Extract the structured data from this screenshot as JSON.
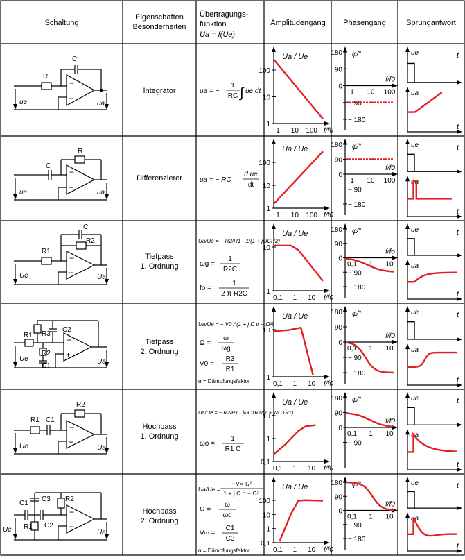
{
  "header": {
    "schaltung": "Schaltung",
    "eigenschaften_1": "Eigenschaften",
    "eigenschaften_2": "Besonderheiten",
    "uebertragung_1": "Übertragungs-",
    "uebertragung_2": "funktion",
    "uebertragung_3": "Ua = f(Ue)",
    "amplitudengang": "Amplitudengang",
    "phasengang": "Phasengang",
    "sprungantwort": "Sprungantwort"
  },
  "rows": [
    {
      "name": "Integrator",
      "circuit": {
        "in": "ue",
        "out": "ua",
        "parts": [
          "R",
          "C"
        ]
      },
      "formula": {
        "lhs": "ua = −",
        "frac_num": "1",
        "frac_den": "RC",
        "rhs": "ue dt"
      },
      "amp": {
        "ylabel": "Ua / Ue",
        "yticks": [
          "100",
          "10",
          "1"
        ],
        "xticks": [
          "1",
          "10",
          "100",
          "f/f0"
        ]
      },
      "phase": {
        "label": "φ/°",
        "yticks": [
          "180",
          "90",
          "0",
          "− 90",
          "− 180"
        ],
        "xticks": [
          "1",
          "10",
          "100"
        ],
        "xlabel": "f/f0"
      },
      "step": {
        "in": "ue",
        "out": "ua",
        "t": "t"
      }
    },
    {
      "name": "Differenzierer",
      "circuit": {
        "in": "ue",
        "out": "ua",
        "parts": [
          "C",
          "R"
        ]
      },
      "formula": {
        "lhs": "ua = − RC",
        "frac_num": "d ue",
        "frac_den": "dt"
      },
      "amp": {
        "ylabel": "Ua / Ue",
        "yticks": [
          "100",
          "10",
          "1"
        ],
        "xticks": [
          "1",
          "10",
          "100",
          "f/f0"
        ]
      },
      "phase": {
        "label": "φ/°",
        "yticks": [
          "180",
          "90",
          "0",
          "− 90",
          "− 180"
        ],
        "xticks": [
          "1",
          "10",
          "100"
        ],
        "xlabel": "f/f0"
      },
      "step": {
        "in": "ue",
        "out": "ua",
        "t": "t"
      }
    },
    {
      "name": "Tiefpass",
      "order": "1. Ordnung",
      "circuit": {
        "in": "Ue",
        "out": "Ua",
        "parts": [
          "R1",
          "R2",
          "C"
        ]
      },
      "formula": {
        "h": "Ua/Ue = − R2/R1 · 1/(1 + jωCR2)",
        "wg_lhs": "ωg =",
        "wg_num": "1",
        "wg_den": "R2C",
        "fo_lhs": "fo =",
        "fo_num": "1",
        "fo_den": "2 π R2C"
      },
      "amp": {
        "ylabel": "Ua / Ue",
        "yticks": [
          "10",
          "1"
        ],
        "xticks": [
          "0,1",
          "1",
          "10",
          "f/f0"
        ]
      },
      "phase": {
        "label": "φ/°",
        "yticks": [
          "180",
          "90",
          "0",
          "− 90",
          "− 180"
        ],
        "xticks": [
          "0,1",
          "1",
          "10"
        ],
        "xlabel": "f/fo"
      },
      "step": {
        "in": "ue",
        "out": "ua",
        "t": "t"
      }
    },
    {
      "name": "Tiefpass",
      "order": "2. Ordnung",
      "circuit": {
        "in": "Ue",
        "out": "Ua",
        "parts": [
          "R1",
          "R2",
          "R3",
          "C1",
          "C2"
        ]
      },
      "formula": {
        "h": "Ua/Ue = − V0 / (1 + j Ω α − Ω²)",
        "om_lhs": "Ω =",
        "om_num": "ω",
        "om_den": "ωg",
        "v0_lhs": "V0 =",
        "v0_num": "R3",
        "v0_den": "R1",
        "note": "α = Dämpfungsfaktor"
      },
      "amp": {
        "ylabel": "Ua / Ue",
        "yticks": [
          "10",
          "1"
        ],
        "xticks": [
          "0,1",
          "1",
          "10",
          "f/f0"
        ]
      },
      "phase": {
        "label": "φ/°",
        "yticks": [
          "180",
          "90",
          "0",
          "− 90",
          "− 180"
        ],
        "xticks": [
          "0,1",
          "1",
          "10"
        ],
        "xlabel": "f/f0"
      },
      "step": {
        "in": "ue",
        "out": "ua",
        "t": "t"
      }
    },
    {
      "name": "Hochpass",
      "order": "1. Ordnung",
      "circuit": {
        "in": "Ue",
        "out": "Ua",
        "parts": [
          "R1",
          "C1",
          "R2"
        ]
      },
      "formula": {
        "h": "Ua/Ue = − R2/R1 · jωC1R1/(1 + jωC1R1)",
        "wo_lhs": "ωo =",
        "wo_num": "1",
        "wo_den": "R1 C"
      },
      "amp": {
        "ylabel": "Ua / Ue",
        "yticks": [
          "10",
          "1",
          "0,1"
        ],
        "xticks": [
          "0,1",
          "1",
          "10",
          "f/f0"
        ]
      },
      "phase": {
        "label": "φ/°",
        "yticks": [
          "180",
          "90",
          "0",
          "− 90"
        ],
        "xticks": [
          "0,1",
          "1",
          "10"
        ],
        "xlabel": "f/f0"
      },
      "step": {
        "in": "ue",
        "out": "ua",
        "t": "t"
      }
    },
    {
      "name": "Hochpass",
      "order": "2. Ordnung",
      "circuit": {
        "in": "Ue",
        "out": "Ua",
        "parts": [
          "C1",
          "C2",
          "C3",
          "R1",
          "R2"
        ]
      },
      "formula": {
        "h_lhs": "Ua/Ue =",
        "h_num": "− V∞ Ω²",
        "h_den": "1 + j Ω α − Ω²",
        "om_lhs": "Ω =",
        "om_num": "ω",
        "om_den": "ωg",
        "v_lhs": "V∞ =",
        "v_num": "C1",
        "v_den": "C3",
        "note": "α = Dämpfungsfaktor"
      },
      "amp": {
        "ylabel": "Ua / Ue",
        "yticks": [
          "100",
          "10",
          "1",
          "0,1"
        ],
        "xticks": [
          "0,1",
          "1",
          "10",
          "f/f0"
        ]
      },
      "phase": {
        "label": "φ/°",
        "yticks": [
          "180",
          "90",
          "0",
          "− 90",
          "− 180"
        ],
        "xticks": [
          "0,1",
          "1",
          "10"
        ],
        "xlabel": "f/f0"
      },
      "step": {
        "in": "ue",
        "out": "ua",
        "t": "t"
      }
    }
  ],
  "colors": {
    "curve": "#e31e24",
    "line": "#000000",
    "background": "#ffffff"
  }
}
